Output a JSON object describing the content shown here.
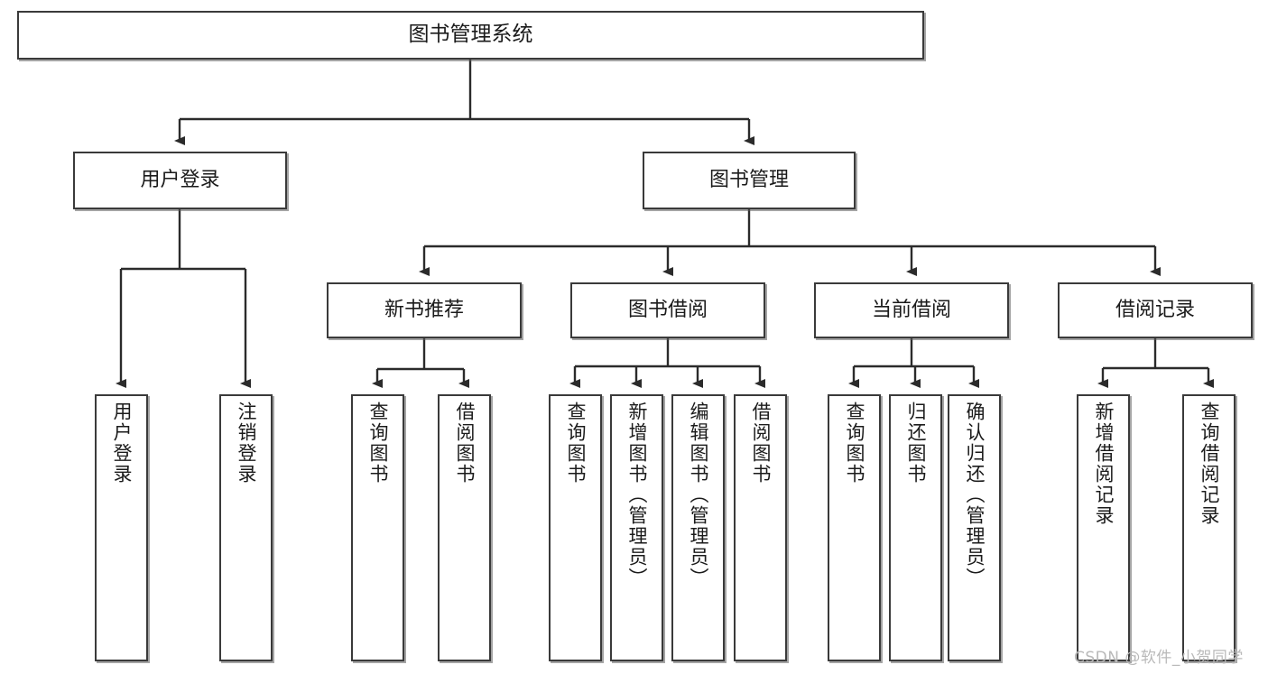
{
  "diagram": {
    "type": "tree",
    "title": "图书管理系统",
    "root": {
      "label": "图书管理系统"
    },
    "level2": [
      {
        "label": "用户登录"
      },
      {
        "label": "图书管理"
      }
    ],
    "level3": [
      {
        "label": "新书推荐"
      },
      {
        "label": "图书借阅"
      },
      {
        "label": "当前借阅"
      },
      {
        "label": "借阅记录"
      }
    ],
    "leaves": {
      "user_login": [
        {
          "label": "用户登录"
        },
        {
          "label": "注销登录"
        }
      ],
      "new_book_recommend": [
        {
          "label": "查询图书"
        },
        {
          "label": "借阅图书"
        }
      ],
      "book_borrow": [
        {
          "label": "查询图书"
        },
        {
          "label": "新增图书（管理员）"
        },
        {
          "label": "编辑图书（管理员）"
        },
        {
          "label": "借阅图书"
        }
      ],
      "current_borrow": [
        {
          "label": "查询图书"
        },
        {
          "label": "归还图书"
        },
        {
          "label": "确认归还（管理员）"
        }
      ],
      "borrow_records": [
        {
          "label": "新增借阅记录"
        },
        {
          "label": "查询借阅记录"
        }
      ]
    }
  },
  "watermark": {
    "text": "CSDN @软件_小贺同学"
  },
  "colors": {
    "box_border": "#3a3a3a",
    "box_fill": "#ffffff",
    "line": "#2b2b2b",
    "text": "#1b1b1b",
    "watermark": "#b9b9b9"
  }
}
